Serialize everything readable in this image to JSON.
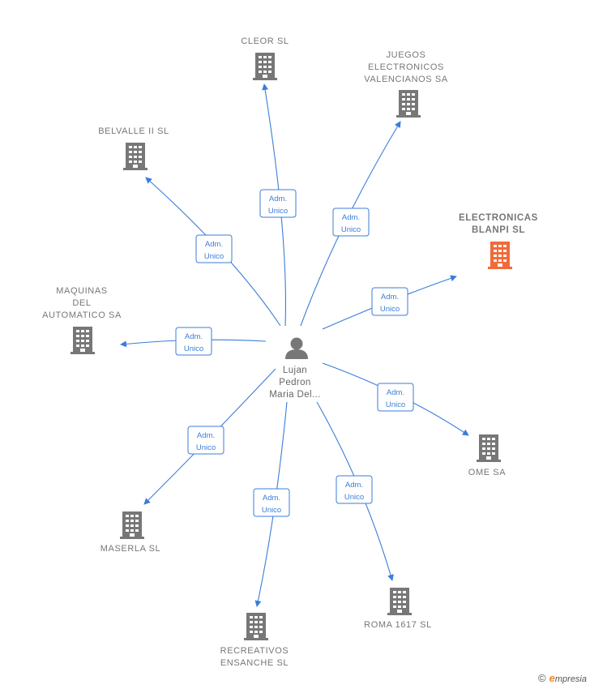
{
  "center": {
    "name_lines": [
      "Lujan",
      "Pedron",
      "Maria Del..."
    ],
    "icon": "person-icon"
  },
  "edge_label": [
    "Adm.",
    "Unico"
  ],
  "companies": [
    {
      "id": "cleor",
      "lines": [
        "CLEOR SL"
      ],
      "highlight": false
    },
    {
      "id": "juegos",
      "lines": [
        "JUEGOS",
        "ELECTRONICOS",
        "VALENCIANOS SA"
      ],
      "highlight": false
    },
    {
      "id": "blanpi",
      "lines": [
        "ELECTRONICAS",
        "BLANPI SL"
      ],
      "highlight": true
    },
    {
      "id": "belvalle",
      "lines": [
        "BELVALLE II SL"
      ],
      "highlight": false
    },
    {
      "id": "maquinas",
      "lines": [
        "MAQUINAS",
        "DEL",
        "AUTOMATICO SA"
      ],
      "highlight": false
    },
    {
      "id": "ome",
      "lines": [
        "OME SA"
      ],
      "highlight": false
    },
    {
      "id": "maserla",
      "lines": [
        "MASERLA SL"
      ],
      "highlight": false
    },
    {
      "id": "recreativos",
      "lines": [
        "RECREATIVOS",
        "ENSANCHE SL"
      ],
      "highlight": false
    },
    {
      "id": "roma",
      "lines": [
        "ROMA 1617 SL"
      ],
      "highlight": false
    }
  ],
  "colors": {
    "edge": "#3b7dd8",
    "building": "#777777",
    "building_highlight": "#f26a3b",
    "person": "#777777"
  },
  "credit": {
    "copyright": "©",
    "brand_initial": "e",
    "brand_rest": "mpresia"
  }
}
